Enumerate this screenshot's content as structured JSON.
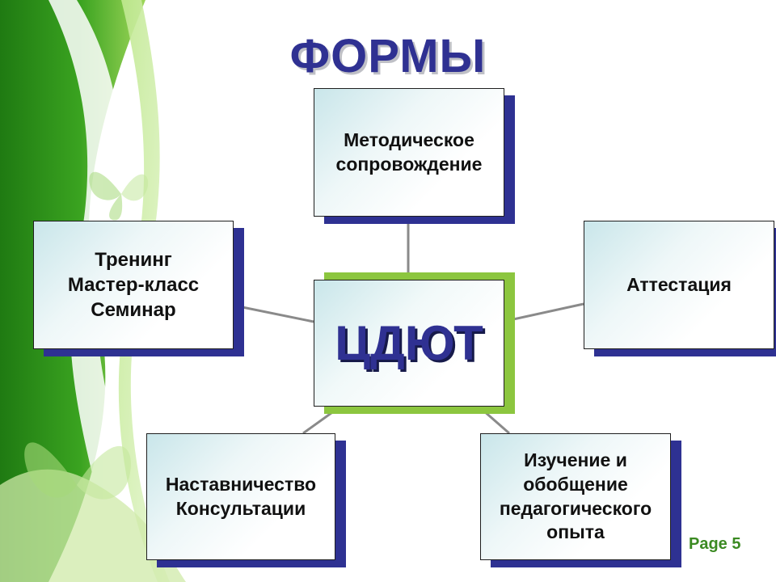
{
  "title": "ФОРМЫ",
  "center": "ЦДЮТ",
  "nodes": {
    "methodical": [
      "Методическое",
      "сопровождение"
    ],
    "training": [
      "Тренинг",
      "Мастер-класс",
      "Семинар"
    ],
    "attestation": [
      "Аттестация"
    ],
    "mentoring": [
      "Наставничество",
      "Консультации"
    ],
    "experience": [
      "Изучение  и",
      "обобщение",
      "педагогического",
      "опыта"
    ]
  },
  "page_label": "Page 5",
  "colors": {
    "title": "#2f3192",
    "box_shadow": "#2e3192",
    "center_shadow": "#8cc63f",
    "page_label": "#3b8a22",
    "connector": "#8a8a8a"
  }
}
